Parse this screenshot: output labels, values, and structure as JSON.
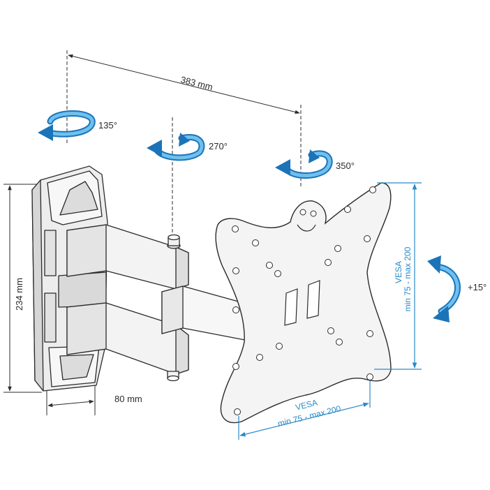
{
  "dimensions": {
    "arm_length": "383 mm",
    "wall_plate_height": "234 mm",
    "wall_depth": "80 mm"
  },
  "rotations": {
    "wall_pivot": "135°",
    "middle_pivot": "270°",
    "plate_pivot": "350°",
    "tilt": "+15°"
  },
  "vesa_horizontal": {
    "title": "VESA",
    "range": "min 75 - max 200"
  },
  "vesa_vertical": {
    "title": "VESA",
    "range": "min 75 - max 200"
  },
  "colors": {
    "accent_blue": "#2a8bc9",
    "line": "#2b2b2b",
    "metal": "#f2f2f2"
  }
}
